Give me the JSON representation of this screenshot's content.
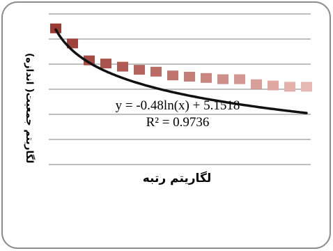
{
  "chart_data": {
    "type": "scatter",
    "x": [
      1,
      2,
      3,
      4,
      5,
      6,
      7,
      8,
      9,
      10,
      11,
      12,
      13,
      14,
      15,
      16
    ],
    "values": [
      5.17,
      4.93,
      4.66,
      4.61,
      4.56,
      4.51,
      4.48,
      4.42,
      4.4,
      4.38,
      4.36,
      4.36,
      4.28,
      4.26,
      4.24,
      4.24
    ],
    "ylim": [
      3.0,
      5.4
    ],
    "grid": true,
    "xlabel": "لگاریتم رتبه",
    "ylabel": "لگاریتم جمعیت( اندازه)",
    "trendline": {
      "type": "logarithmic",
      "a": -0.48,
      "b": 5.1518,
      "equation": "y = -0.48ln(x) + 5.1518",
      "r_squared": "R² = 0.9736"
    },
    "colors": {
      "markers_dark": "#9b3a32",
      "markers_light": "#e8b8b3",
      "trendline": "#111111",
      "gridline": "#7f7f7f",
      "frame": "#8c8c8c"
    }
  }
}
